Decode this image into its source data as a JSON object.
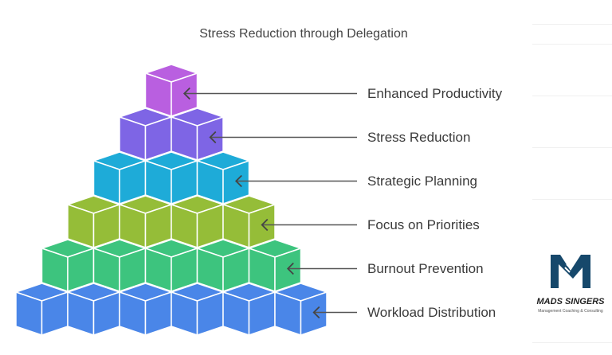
{
  "title": "Stress Reduction through Delegation",
  "levels": [
    {
      "label": "Enhanced Productivity",
      "color": "#B95FE0",
      "cubes": 1
    },
    {
      "label": "Stress Reduction",
      "color": "#7E65E5",
      "cubes": 2
    },
    {
      "label": "Strategic Planning",
      "color": "#1EABD8",
      "cubes": 3
    },
    {
      "label": "Focus on Priorities",
      "color": "#95BD38",
      "cubes": 4
    },
    {
      "label": "Burnout Prevention",
      "color": "#3DC47E",
      "cubes": 5
    },
    {
      "label": "Workload Distribution",
      "color": "#4A86E8",
      "cubes": 6
    }
  ],
  "logo": {
    "name": "MADS SINGERS",
    "subtitle": "Management Coaching & Consulting",
    "color": "#16486B"
  }
}
